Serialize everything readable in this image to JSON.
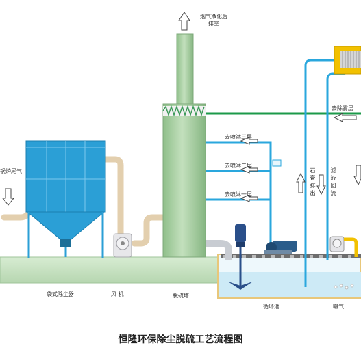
{
  "title": "恒隆环保除尘脱硫工艺流程图",
  "labels": {
    "exhaust": "烟气净化后\n排空",
    "boiler_gas": "锅炉尾气",
    "bag_filter": "袋式除尘器",
    "fan": "风 机",
    "desulf_tower": "脱硫塔",
    "circ_pool": "循环池",
    "aeration": "曝气",
    "to_demister": "去除雾层",
    "spray_3": "去喷淋三层",
    "spray_2": "去喷淋二层",
    "spray_1": "去喷淋一层",
    "gypsum_out": "石膏排出",
    "slurry_return": "滤液回流"
  },
  "colors": {
    "pipe_blue": "#2aa7dd",
    "pipe_green": "#1c9a4a",
    "tower": "#a9cfa4",
    "filter": "#2b9fd6",
    "water": "#d6effa",
    "ground": "#c9e3c3",
    "flue_pipe": "#f3e2c8"
  },
  "icons": [
    "up-arrow-icon",
    "down-arrow-icon",
    "left-arrow-icon",
    "pump-icon",
    "fan-icon",
    "agitator-icon",
    "filter-press-icon"
  ]
}
